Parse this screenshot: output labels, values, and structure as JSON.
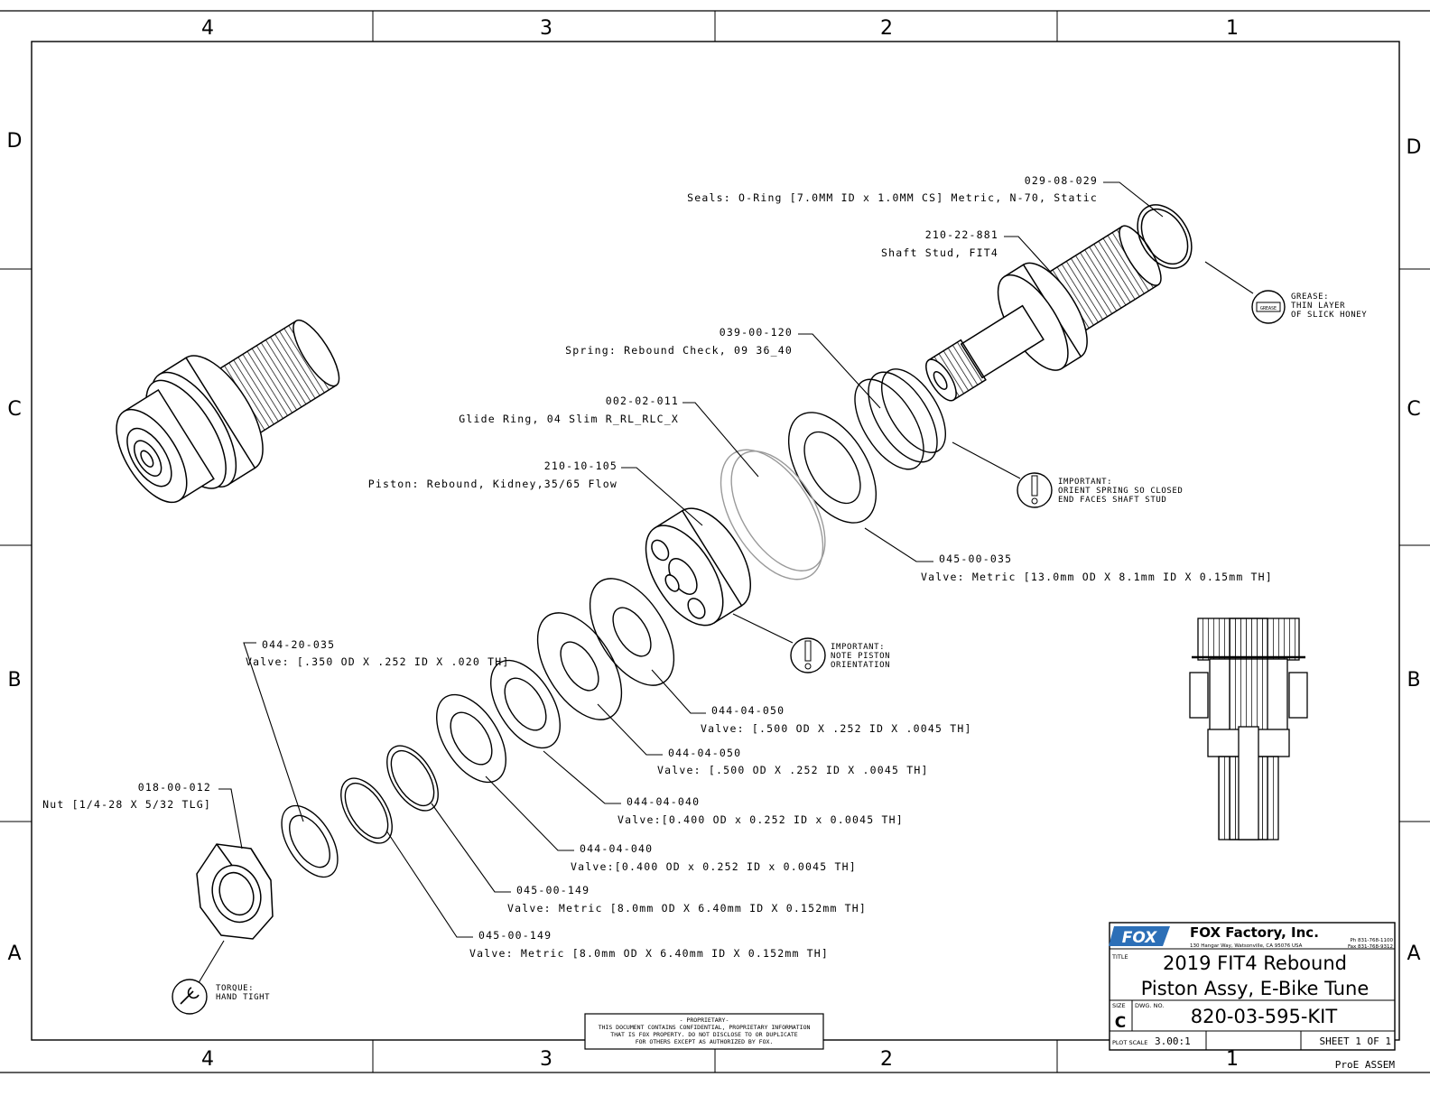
{
  "zones": {
    "columns": [
      "4",
      "3",
      "2",
      "1"
    ],
    "rows": [
      "D",
      "C",
      "B",
      "A"
    ]
  },
  "callouts": {
    "seal": {
      "part": "029-08-029",
      "desc": "Seals: O-Ring [7.0MM ID x 1.0MM CS] Metric, N-70, Static"
    },
    "stud": {
      "part": "210-22-881",
      "desc": "Shaft Stud, FIT4"
    },
    "spring": {
      "part": "039-00-120",
      "desc": "Spring: Rebound Check, 09 36_40"
    },
    "glide": {
      "part": "002-02-011",
      "desc": "Glide Ring, 04 Slim R_RL_RLC_X"
    },
    "piston": {
      "part": "210-10-105",
      "desc": "Piston: Rebound, Kidney,35/65 Flow"
    },
    "valve_045_035": {
      "part": "045-00-035",
      "desc": "Valve: Metric [13.0mm OD X 8.1mm ID X 0.15mm TH]"
    },
    "valve_044_20_035": {
      "part": "044-20-035",
      "desc": "Valve: [.350 OD X .252 ID X .020 TH]"
    },
    "valve_050_a": {
      "part": "044-04-050",
      "desc": "Valve: [.500 OD X .252 ID X .0045 TH]"
    },
    "valve_050_b": {
      "part": "044-04-050",
      "desc": "Valve: [.500 OD X .252 ID X .0045 TH]"
    },
    "valve_040_a": {
      "part": "044-04-040",
      "desc": "Valve:[0.400 OD x 0.252 ID x 0.0045 TH]"
    },
    "valve_040_b": {
      "part": "044-04-040",
      "desc": "Valve:[0.400 OD x 0.252 ID x 0.0045 TH]"
    },
    "valve_149_a": {
      "part": "045-00-149",
      "desc": "Valve: Metric [8.0mm OD X 6.40mm ID X 0.152mm TH]"
    },
    "valve_149_b": {
      "part": "045-00-149",
      "desc": "Valve: Metric [8.0mm OD X 6.40mm ID X 0.152mm TH]"
    },
    "nut": {
      "part": "018-00-012",
      "desc": "Nut [1/4-28 X 5/32 TLG]"
    }
  },
  "notes": {
    "grease": {
      "icon_text": "GREASE",
      "lines": [
        "GREASE:",
        "THIN LAYER",
        "OF SLICK HONEY"
      ]
    },
    "spring_orient": {
      "lines": [
        "IMPORTANT:",
        "ORIENT SPRING SO CLOSED",
        "END FACES SHAFT STUD"
      ]
    },
    "piston_orient": {
      "lines": [
        "IMPORTANT:",
        "NOTE PISTON",
        "ORIENTATION"
      ]
    },
    "torque": {
      "lines": [
        "TORQUE:",
        "HAND TIGHT"
      ]
    }
  },
  "proprietary": {
    "lines": [
      "- PROPRIETARY-",
      "THIS DOCUMENT CONTAINS CONFIDENTIAL, PROPRIETARY INFORMATION",
      "THAT IS FOX PROPERTY.  DO NOT DISCLOSE TO OR DUPLICATE",
      "FOR OTHERS EXCEPT AS AUTHORIZED BY FOX."
    ]
  },
  "title_block": {
    "logo": "FOX",
    "company": "FOX Factory, Inc.",
    "address": "130 Hangar Way, Watsonville, CA 95076 USA",
    "phone": "Ph 831-768-1100",
    "fax": "Fax 831-768-9312",
    "title_label": "TITLE",
    "title_line1": "2019 FIT4 Rebound",
    "title_line2": "Piston Assy, E-Bike Tune",
    "size_label": "SIZE",
    "size": "C",
    "dwg_label": "DWG. NO.",
    "dwg_no": "820-03-595-KIT",
    "plot_scale_label": "PLOT SCALE",
    "plot_scale": "3.00:1",
    "sheet": "SHEET 1 OF 1",
    "footer": "ProE ASSEM"
  },
  "colors": {
    "line": "#000000",
    "faint": "#9a9a9a",
    "paper": "#ffffff",
    "logo_fill": "#2c6fb7"
  }
}
